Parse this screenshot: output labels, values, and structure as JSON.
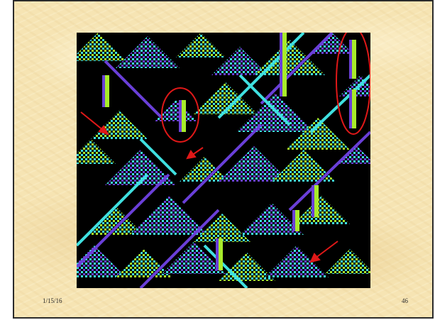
{
  "slide": {
    "footer_date": "1/15/16",
    "page_number": "46"
  },
  "figure": {
    "content": "cellular-automaton-pattern",
    "colors": {
      "background": "#000000",
      "cyan": "#3fe0e0",
      "purple": "#6a3fd8",
      "green": "#a8ec2a"
    },
    "annotation_color": "#e01818"
  }
}
